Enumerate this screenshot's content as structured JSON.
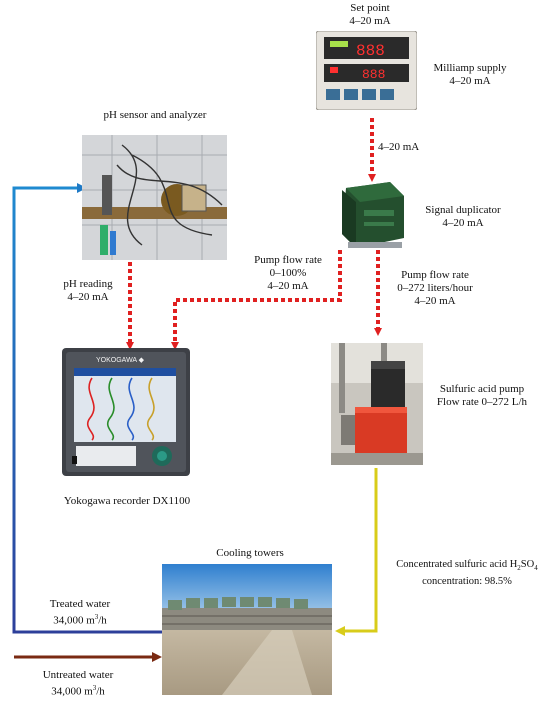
{
  "labels": {
    "setpoint_1": "Set point",
    "setpoint_2": "4–20 mA",
    "milliamp_1": "Milliamp supply",
    "milliamp_2": "4–20 mA",
    "between_supply_dup": "4–20 mA",
    "ph_title": "pH sensor and analyzer",
    "signal_dup_1": "Signal duplicator",
    "signal_dup_2": "4–20 mA",
    "ph_reading_1": "pH reading",
    "ph_reading_2": "4–20 mA",
    "pump_pct_1": "Pump flow rate",
    "pump_pct_2": "0–100%",
    "pump_pct_3": "4–20 mA",
    "pump_lh_1": "Pump flow rate",
    "pump_lh_2": "0–272 liters/hour",
    "pump_lh_3": "4–20 mA",
    "acid_pump_1": "Sulfuric acid pump",
    "acid_pump_2": "Flow rate 0–272 L/h",
    "recorder": "Yokogawa recorder DX1100",
    "cooling_towers": "Cooling towers",
    "acid_conc_1_pre": "Concentrated sulfuric acid H",
    "acid_conc_1_sub1": "2",
    "acid_conc_1_mid": "SO",
    "acid_conc_1_sub2": "4",
    "acid_conc_2": "concentration: 98.5%",
    "treated_1": "Treated water",
    "treated_2_pre": "34,000 m",
    "treated_2_sup": "3",
    "treated_2_post": "/h",
    "untreated_1": "Untreated water",
    "untreated_2_pre": "34,000 m",
    "untreated_2_sup": "3",
    "untreated_2_post": "/h",
    "yokogawa_logo": "YOKOGAWA ◆"
  },
  "colors": {
    "signal_line": "#e02020",
    "treated_water_line": "#1f63b5",
    "untreated_water_line": "#7a2a12",
    "acid_line": "#d8cc1a"
  },
  "icons": [
    "milliamp-supply-icon",
    "ph-sensor-photo",
    "signal-duplicator-icon",
    "recorder-icon",
    "acid-pump-photo",
    "cooling-tower-photo"
  ]
}
